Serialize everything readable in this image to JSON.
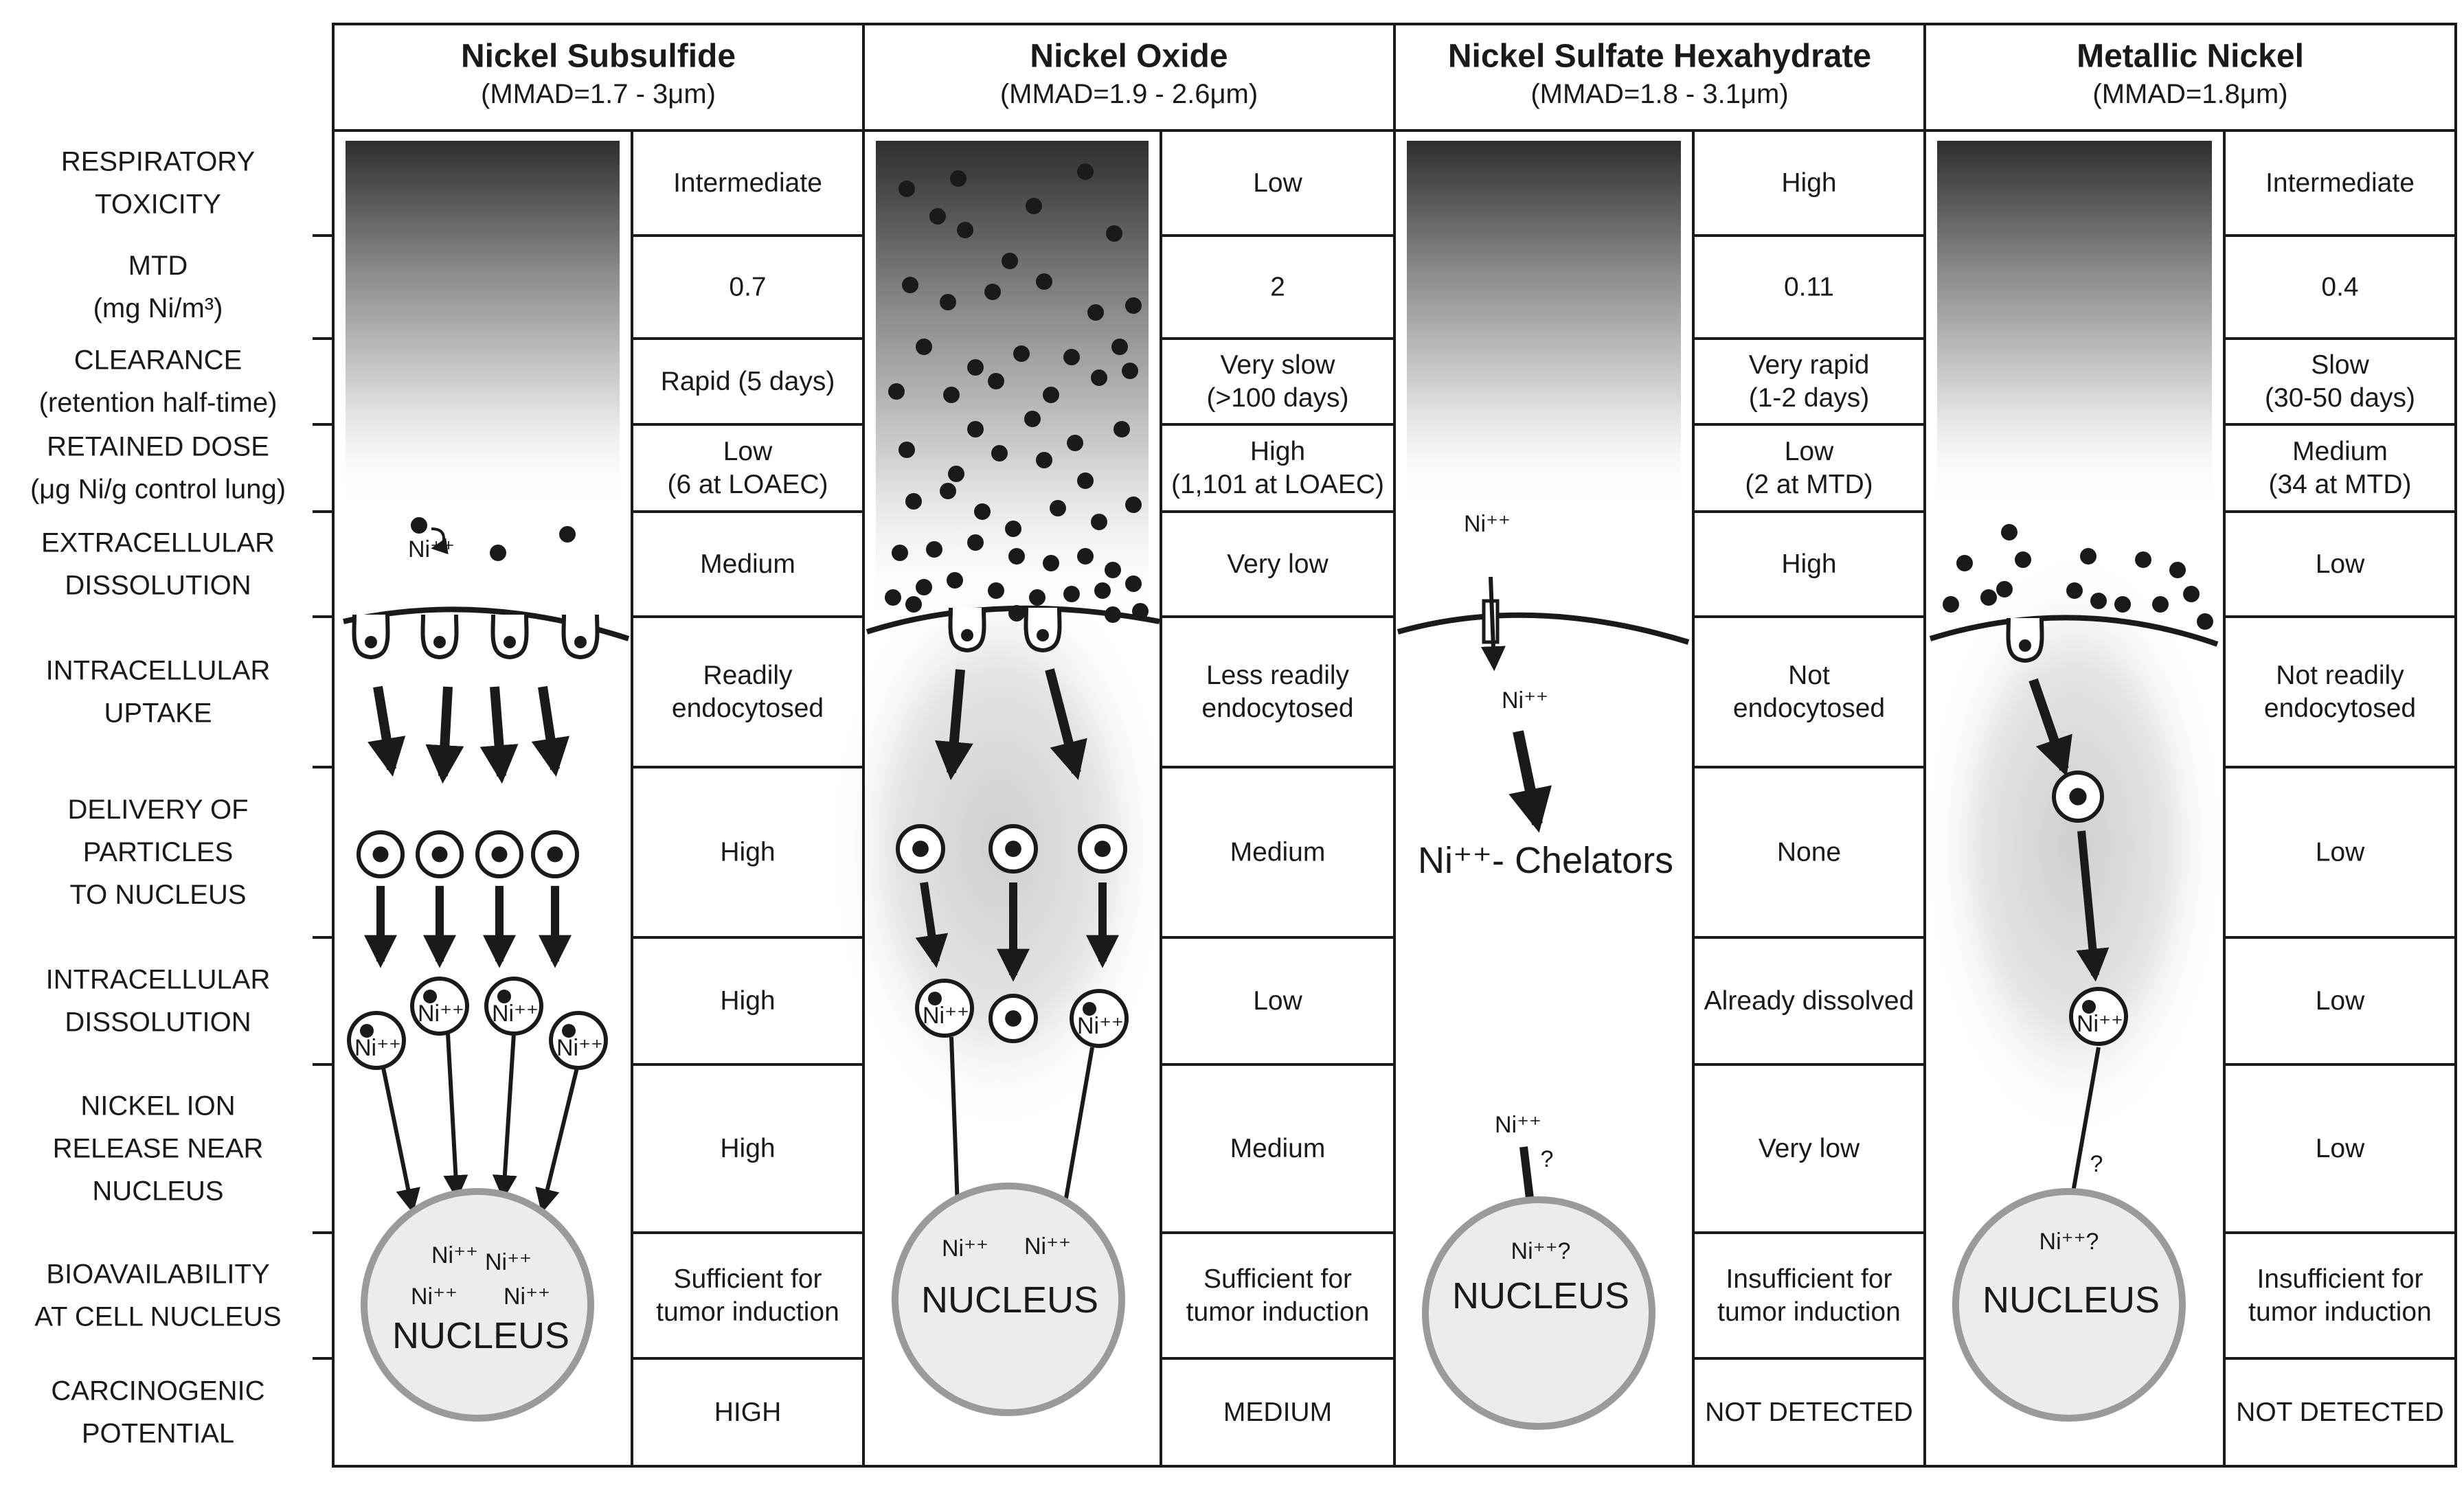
{
  "columns": [
    {
      "title": "Nickel Subsulfide",
      "subtitle": "(MMAD=1.7 - 3μm)",
      "values": [
        "Intermediate",
        "0.7",
        "Rapid (5 days)",
        "Low\n(6 at LOAEC)",
        "Medium",
        "Readily\nendocytosed",
        "High",
        "High",
        "High",
        "Sufficient for\ntumor induction",
        "HIGH"
      ]
    },
    {
      "title": "Nickel Oxide",
      "subtitle": "(MMAD=1.9 - 2.6μm)",
      "values": [
        "Low",
        "2",
        "Very slow\n(>100 days)",
        "High\n(1,101 at LOAEC)",
        "Very low",
        "Less readily\nendocytosed",
        "Medium",
        "Low",
        "Medium",
        "Sufficient for\ntumor induction",
        "MEDIUM"
      ]
    },
    {
      "title": "Nickel Sulfate Hexahydrate",
      "subtitle": "(MMAD=1.8 - 3.1μm)",
      "values": [
        "High",
        "0.11",
        "Very rapid\n(1-2 days)",
        "Low\n(2 at MTD)",
        "High",
        "Not\nendocytosed",
        "None",
        "Already dissolved",
        "Very low",
        "Insufficient for\ntumor induction",
        "NOT DETECTED"
      ]
    },
    {
      "title": "Metallic Nickel",
      "subtitle": "(MMAD=1.8μm)",
      "values": [
        "Intermediate",
        "0.4",
        "Slow\n(30-50 days)",
        "Medium\n(34 at MTD)",
        "Low",
        "Not readily\nendocytosed",
        "Low",
        "Low",
        "Low",
        "Insufficient for\ntumor induction",
        "NOT DETECTED"
      ]
    }
  ],
  "row_labels": [
    "RESPIRATORY\nTOXICITY",
    "MTD\n(mg Ni/m³)",
    "CLEARANCE\n(retention half-time)",
    "RETAINED DOSE\n(μg Ni/g control lung)",
    "EXTRACELLULAR\nDISSOLUTION",
    "INTRACELLULAR\nUPTAKE",
    "DELIVERY OF\nPARTICLES\nTO NUCLEUS",
    "INTRACELLULAR\nDISSOLUTION",
    "NICKEL ION\nRELEASE NEAR\nNUCLEUS",
    "BIOAVAILABILITY\nAT CELL NUCLEUS",
    "CARCINOGENIC\nPOTENTIAL"
  ],
  "illustration": {
    "nucleus_label": "NUCLEUS",
    "ion_label": "Ni⁺⁺",
    "ion_question": "Ni⁺⁺?",
    "chelators_label": "Ni⁺⁺- Chelators",
    "question_mark": "?"
  },
  "colors": {
    "line": "#1a1a1a",
    "nucleus_fill": "#ececec",
    "nucleus_stroke": "#9a9a9a",
    "gradient_dark": "#333333",
    "cell_shade": "#d4d4d4"
  }
}
